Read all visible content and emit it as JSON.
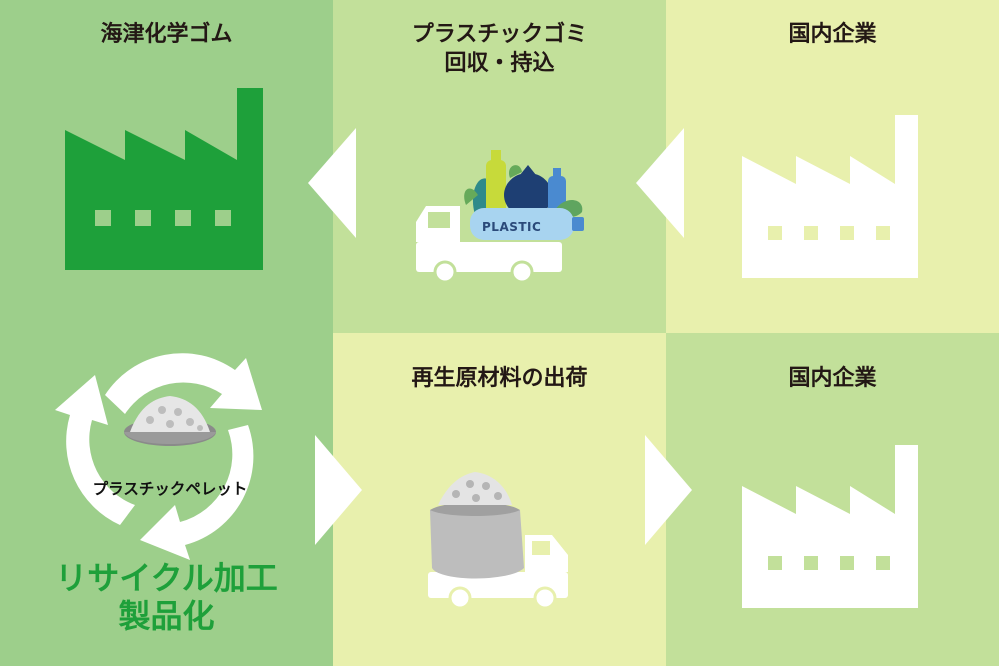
{
  "panels": {
    "marine_chem": "海津化学ゴム",
    "plastic_waste_line1": "プラスチックゴミ",
    "plastic_waste_line2": "回収・持込",
    "domestic_top": "国内企業",
    "recycled_material": "再生原材料の出荷",
    "domestic_bottom": "国内企業"
  },
  "pellet_label": "プラスチックペレット",
  "truck_sign": "PLASTIC",
  "product": {
    "line1": "リサイクル加工",
    "line2": "製品化"
  },
  "colors": {
    "green_dark": "#1ea03a",
    "bg_mid": "#9dcf8b",
    "bg_light": "#c2e09a",
    "bg_pale": "#e8f0ad"
  }
}
